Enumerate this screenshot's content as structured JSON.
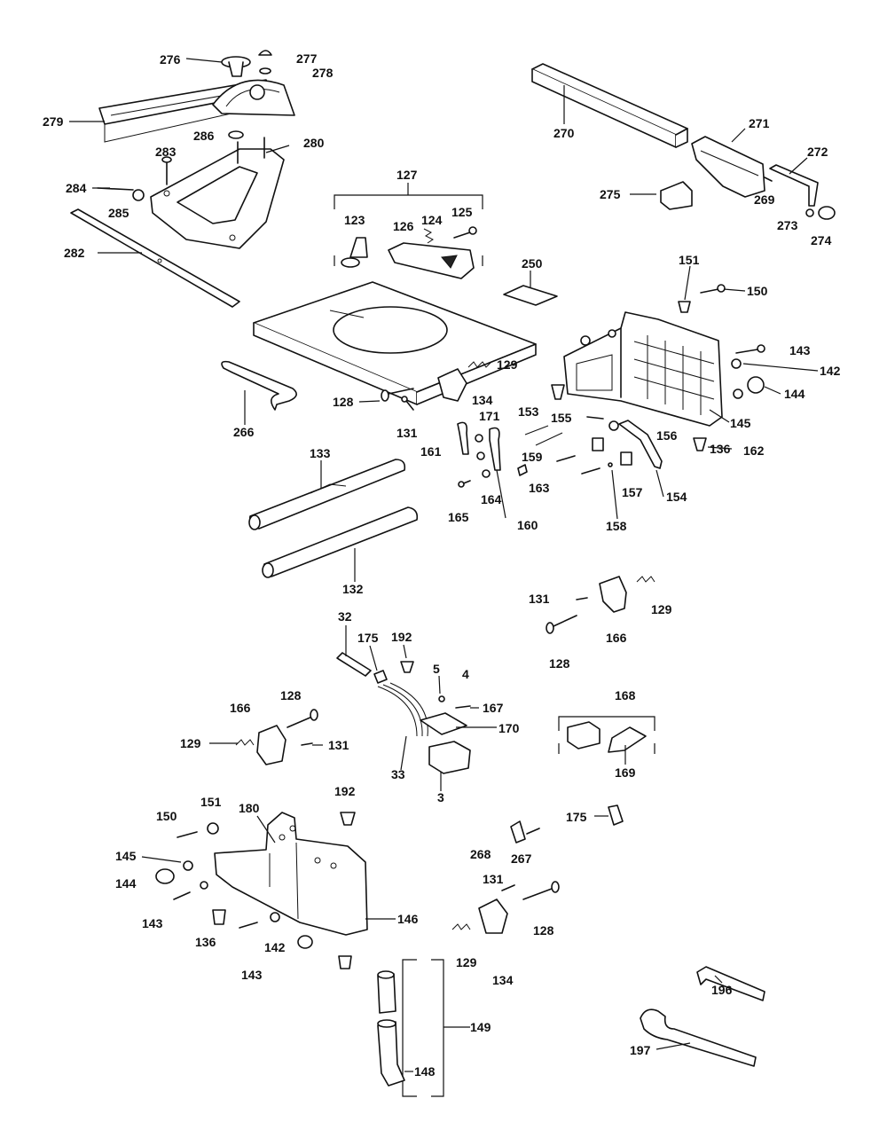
{
  "diagram": {
    "labels": {
      "p276": "276",
      "p277": "277",
      "p278": "278",
      "p279": "279",
      "p286": "286",
      "p280": "280",
      "p283": "283",
      "p284": "284",
      "p285": "285",
      "p282": "282",
      "p270": "270",
      "p271": "271",
      "p272": "272",
      "p275": "275",
      "p269": "269",
      "p273": "273",
      "p274": "274",
      "p127": "127",
      "p123": "123",
      "p126": "126",
      "p124": "124",
      "p125": "125",
      "p250": "250",
      "p151a": "151",
      "p150a": "150",
      "p143a": "143",
      "p142a": "142",
      "p144a": "144",
      "p145a": "145",
      "p136a": "136",
      "p162": "162",
      "p129a": "129",
      "p134a": "134",
      "p128a": "128",
      "p131a": "131",
      "p266": "266",
      "p153": "153",
      "p155": "155",
      "p156": "156",
      "p171": "171",
      "p161": "161",
      "p159": "159",
      "p163": "163",
      "p157": "157",
      "p154": "154",
      "p164": "164",
      "p165": "165",
      "p160": "160",
      "p158": "158",
      "p133": "133",
      "p132": "132",
      "p131b": "131",
      "p129b": "129",
      "p166a": "166",
      "p128b": "128",
      "p32": "32",
      "p175a": "175",
      "p192a": "192",
      "p5": "5",
      "p4": "4",
      "p167": "167",
      "p170": "170",
      "p33": "33",
      "p3": "3",
      "p168": "168",
      "p169": "169",
      "p166b": "166",
      "p128c": "128",
      "p129c": "129",
      "p131c": "131",
      "p192b": "192",
      "p175b": "175",
      "p151b": "151",
      "p150b": "150",
      "p180": "180",
      "p145b": "145",
      "p144b": "144",
      "p143b": "143",
      "p136b": "136",
      "p143c": "143",
      "p142b": "142",
      "p146": "146",
      "p268": "268",
      "p267": "267",
      "p131d": "131",
      "p128d": "128",
      "p129d": "129",
      "p134b": "134",
      "p149": "149",
      "p148": "148",
      "p196": "196",
      "p197": "197"
    }
  }
}
